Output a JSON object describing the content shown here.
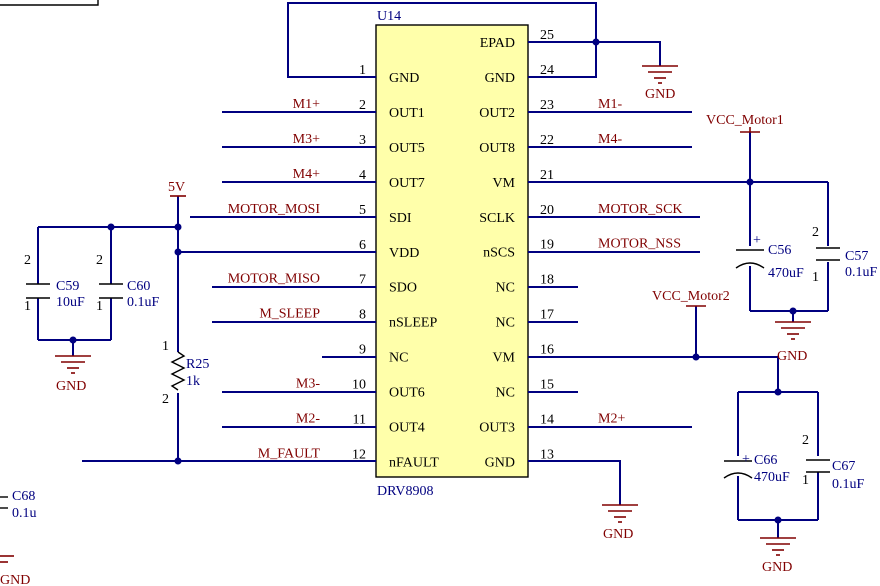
{
  "chip": {
    "ref": "U14",
    "part": "DRV8908",
    "left_pins": [
      {
        "num": "1",
        "name": "GND",
        "net": ""
      },
      {
        "num": "2",
        "name": "OUT1",
        "net": "M1+"
      },
      {
        "num": "3",
        "name": "OUT5",
        "net": "M3+"
      },
      {
        "num": "4",
        "name": "OUT7",
        "net": "M4+"
      },
      {
        "num": "5",
        "name": "SDI",
        "net": "MOTOR_MOSI"
      },
      {
        "num": "6",
        "name": "VDD",
        "net": ""
      },
      {
        "num": "7",
        "name": "SDO",
        "net": "MOTOR_MISO"
      },
      {
        "num": "8",
        "name": "nSLEEP",
        "net": "M_SLEEP"
      },
      {
        "num": "9",
        "name": "NC",
        "net": ""
      },
      {
        "num": "10",
        "name": "OUT6",
        "net": "M3-"
      },
      {
        "num": "11",
        "name": "OUT4",
        "net": "M2-"
      },
      {
        "num": "12",
        "name": "nFAULT",
        "net": "M_FAULT"
      }
    ],
    "right_pins": [
      {
        "num": "25",
        "name": "EPAD",
        "net": ""
      },
      {
        "num": "24",
        "name": "GND",
        "net": ""
      },
      {
        "num": "23",
        "name": "OUT2",
        "net": "M1-"
      },
      {
        "num": "22",
        "name": "OUT8",
        "net": "M4-"
      },
      {
        "num": "21",
        "name": "VM",
        "net": ""
      },
      {
        "num": "20",
        "name": "SCLK",
        "net": "MOTOR_SCK"
      },
      {
        "num": "19",
        "name": "nSCS",
        "net": "MOTOR_NSS"
      },
      {
        "num": "18",
        "name": "NC",
        "net": ""
      },
      {
        "num": "17",
        "name": "NC",
        "net": ""
      },
      {
        "num": "16",
        "name": "VM",
        "net": ""
      },
      {
        "num": "15",
        "name": "NC",
        "net": ""
      },
      {
        "num": "14",
        "name": "OUT3",
        "net": "M2+"
      },
      {
        "num": "13",
        "name": "GND",
        "net": ""
      }
    ]
  },
  "power": {
    "v5": "5V",
    "vcc_motor1": "VCC_Motor1",
    "vcc_motor2": "VCC_Motor2",
    "gnd": "GND"
  },
  "components": {
    "c59": {
      "ref": "C59",
      "value": "10uF"
    },
    "c60": {
      "ref": "C60",
      "value": "0.1uF"
    },
    "r25": {
      "ref": "R25",
      "value": "1k"
    },
    "c56": {
      "ref": "C56",
      "value": "470uF"
    },
    "c57": {
      "ref": "C57",
      "value": "0.1uF"
    },
    "c66": {
      "ref": "C66",
      "value": "470uF"
    },
    "c67": {
      "ref": "C67",
      "value": "0.1uF"
    },
    "c68": {
      "ref": "C68",
      "value": "0.1u"
    }
  },
  "pin_numbers": {
    "one": "1",
    "two": "2",
    "plus": "+"
  },
  "colors": {
    "wire": "#000080",
    "net_label": "#800000",
    "chip_fill": "#FFFFAA",
    "outline": "#000000"
  }
}
